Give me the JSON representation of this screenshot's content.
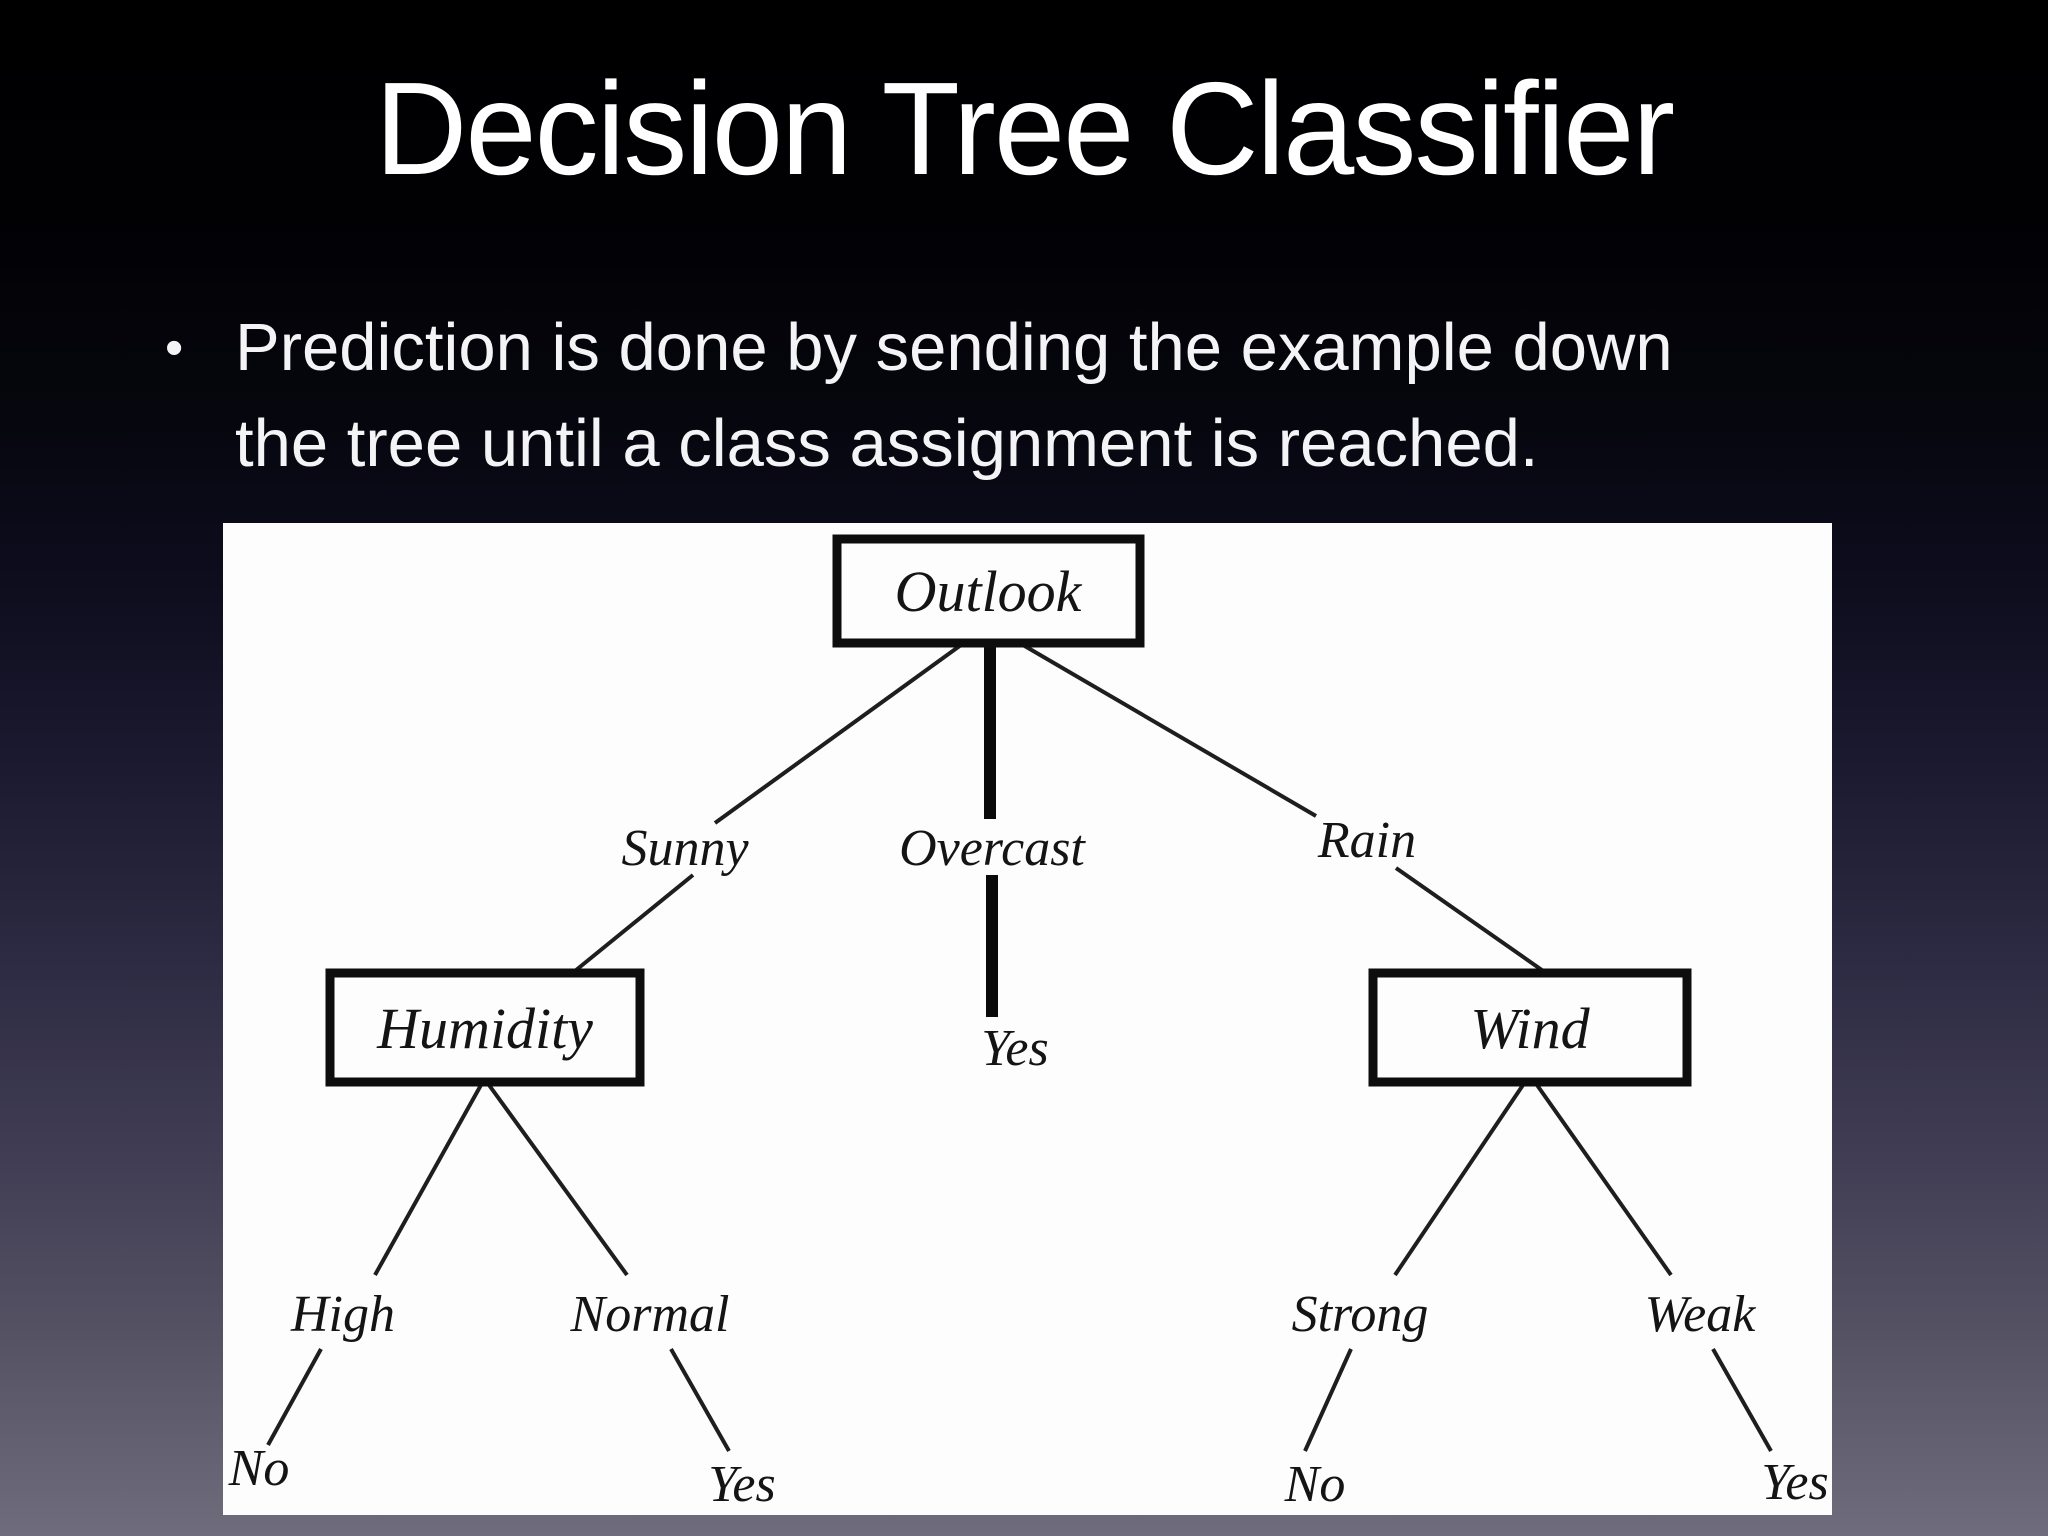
{
  "slide": {
    "title": "Decision Tree Classifier",
    "bullet": {
      "marker": "•",
      "line1": "Prediction is done by sending the example down",
      "line2": "the tree until a class assignment is reached."
    }
  },
  "diagram": {
    "type": "decision-tree",
    "description": "Play-tennis decision tree on white panel",
    "tree": {
      "node": "Outlook",
      "children": [
        {
          "branch": "Sunny",
          "node": "Humidity",
          "children": [
            {
              "branch": "High",
              "leaf": "No"
            },
            {
              "branch": "Normal",
              "leaf": "Yes"
            }
          ]
        },
        {
          "branch": "Overcast",
          "leaf": "Yes"
        },
        {
          "branch": "Rain",
          "node": "Wind",
          "children": [
            {
              "branch": "Strong",
              "leaf": "No"
            },
            {
              "branch": "Weak",
              "leaf": "Yes"
            }
          ]
        }
      ]
    }
  },
  "colors": {
    "background_top": "#000000",
    "background_bottom": "#6f6c7c",
    "panel": "#fdfdfd",
    "text": "#ffffff",
    "diagram_ink": "#141414"
  }
}
